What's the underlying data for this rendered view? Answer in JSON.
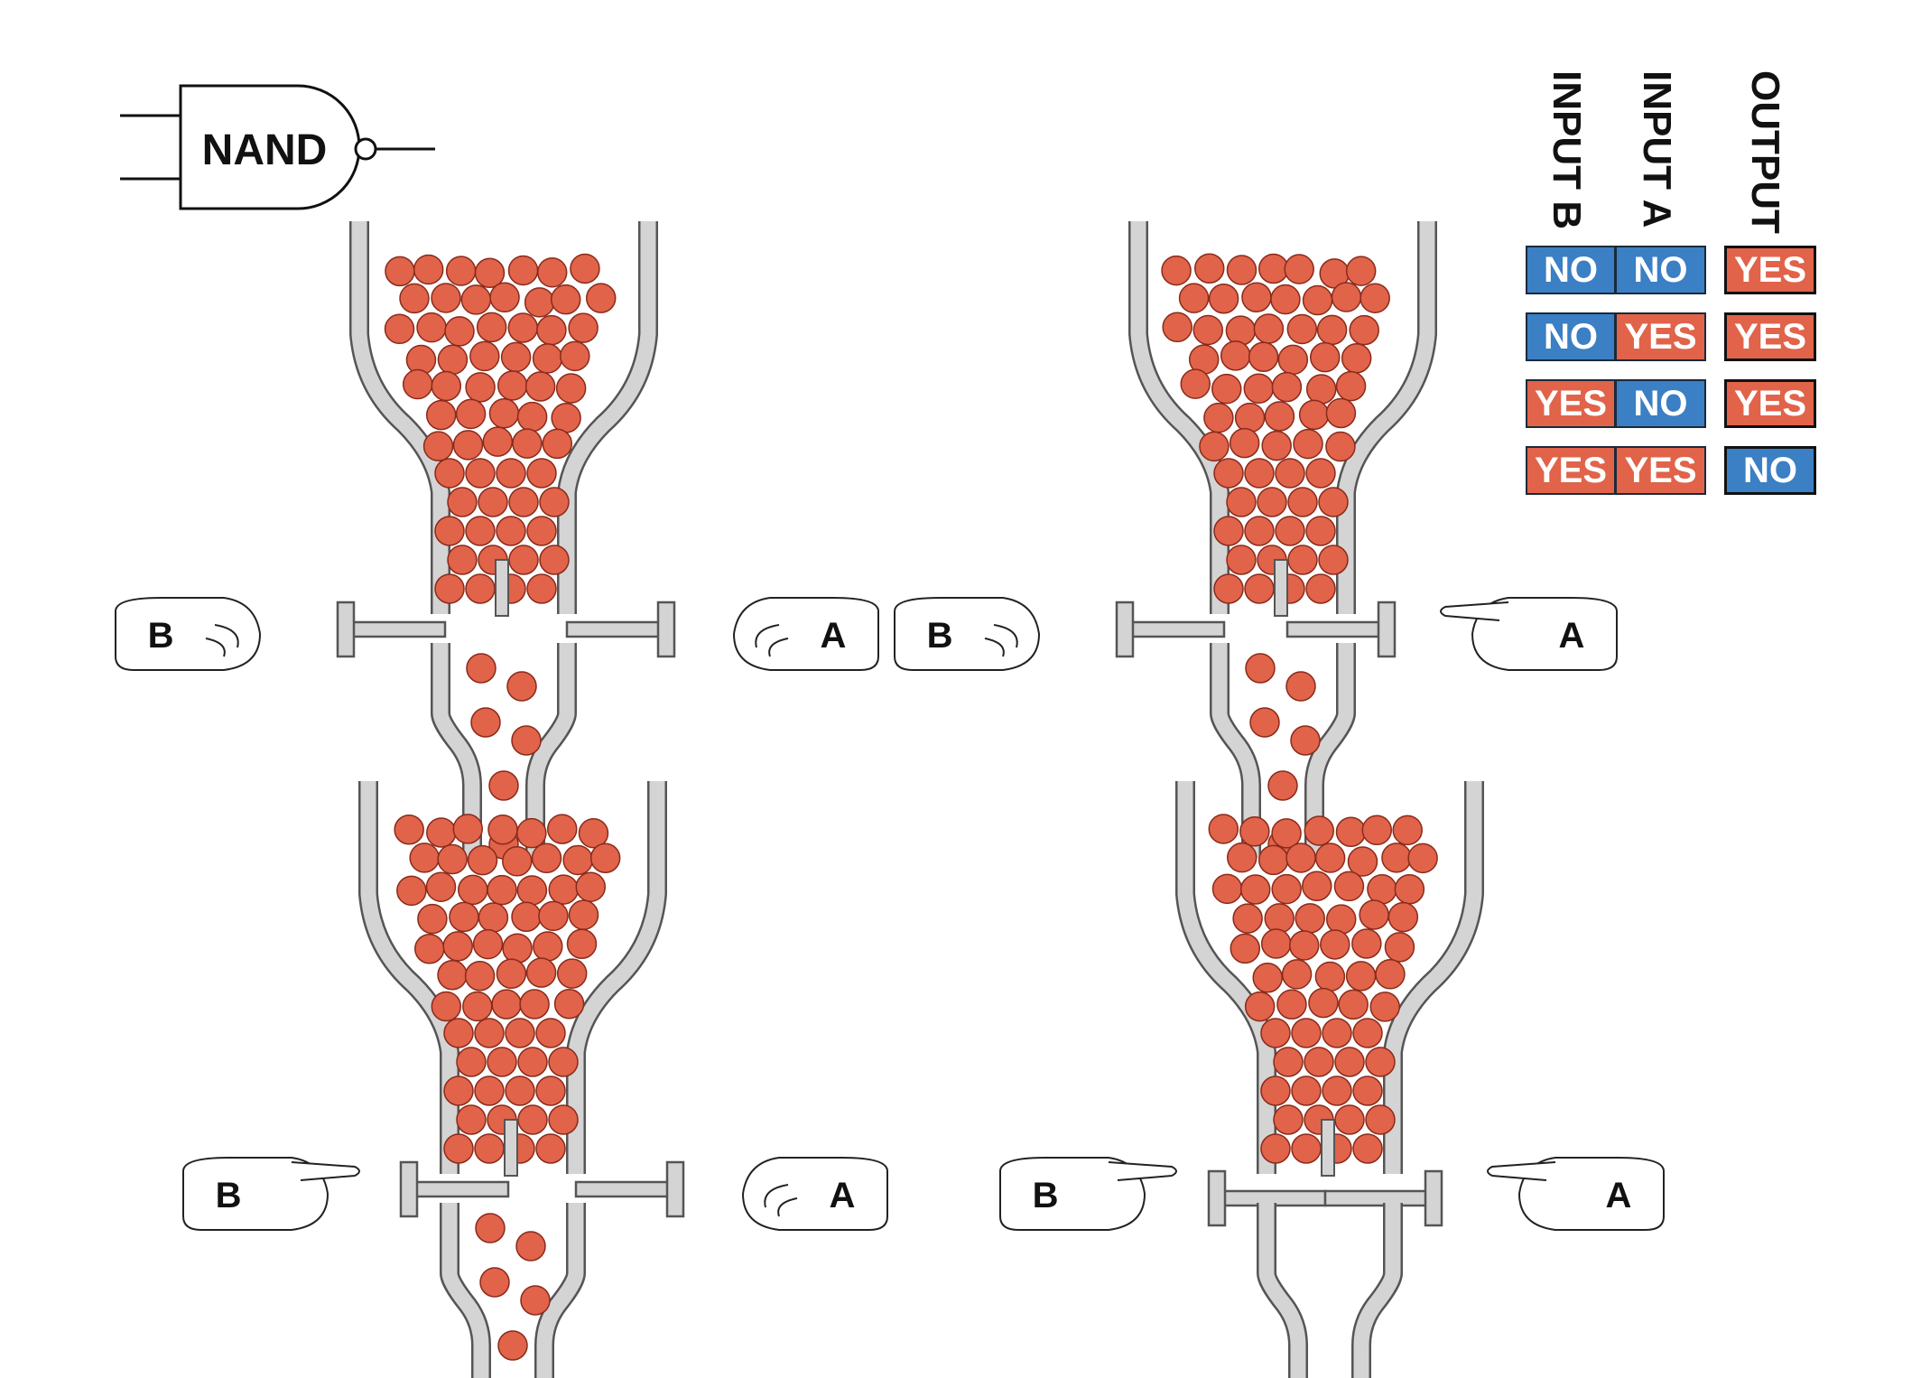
{
  "gate": {
    "label": "NAND"
  },
  "colors": {
    "ball": "#e0634a",
    "ball_stroke": "#8a2a1a",
    "pipe": "#d4d4d4",
    "pipe_stroke": "#555555",
    "yes": "#e0634a",
    "no": "#3b7fc4"
  },
  "truth_table": {
    "headers": {
      "input_b": "INPUT B",
      "input_a": "INPUT A",
      "output": "OUTPUT"
    },
    "rows": [
      {
        "input_b": "NO",
        "input_a": "NO",
        "output": "YES"
      },
      {
        "input_b": "NO",
        "input_a": "YES",
        "output": "YES"
      },
      {
        "input_b": "YES",
        "input_a": "NO",
        "output": "YES"
      },
      {
        "input_b": "YES",
        "input_a": "YES",
        "output": "NO"
      }
    ]
  },
  "panels": [
    {
      "hand_b_label": "B",
      "hand_a_label": "A",
      "b_pressed": false,
      "a_pressed": false,
      "flowing": true
    },
    {
      "hand_b_label": "B",
      "hand_a_label": "A",
      "b_pressed": false,
      "a_pressed": true,
      "flowing": true
    },
    {
      "hand_b_label": "B",
      "hand_a_label": "A",
      "b_pressed": true,
      "a_pressed": false,
      "flowing": true
    },
    {
      "hand_b_label": "B",
      "hand_a_label": "A",
      "b_pressed": true,
      "a_pressed": true,
      "flowing": false
    }
  ]
}
